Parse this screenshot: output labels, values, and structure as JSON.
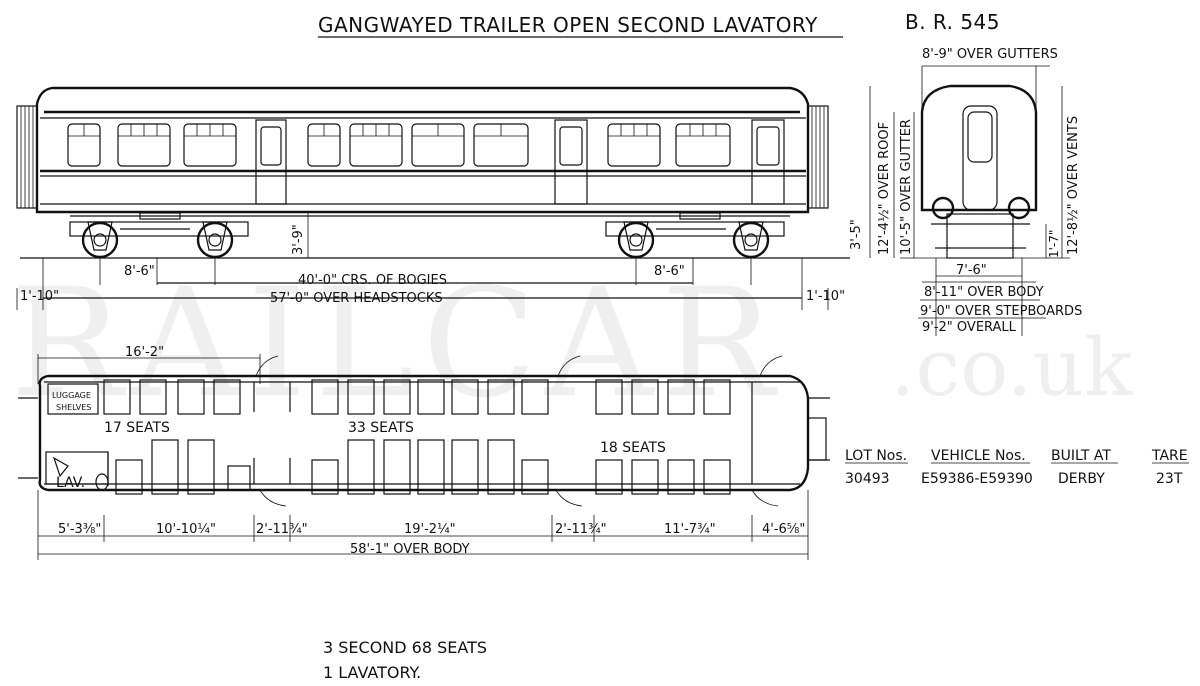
{
  "title": "GANGWAYED TRAILER OPEN SECOND LAVATORY",
  "diagram_ref": "B. R. 545",
  "watermark": "RAILCAR",
  "watermark_suffix": ".co.uk",
  "side_view": {
    "height_rail": "3'-9\"",
    "bogie_wheelbase_left": "8'-6\"",
    "bogie_wheelbase_right": "8'-6\"",
    "bogie_centres": "40'-0\" CRS. OF BOGIES",
    "over_headstocks": "57'-0\" OVER HEADSTOCKS",
    "buffer_left": "1'-10\"",
    "buffer_right": "1'-10\""
  },
  "end_view": {
    "over_gutters": "8'-9\" OVER GUTTERS",
    "over_roof": "12'-4½\" OVER ROOF",
    "over_gutter": "10'-5\" OVER GUTTER",
    "over_vents": "12'-8½\" OVER VENTS",
    "floor_height": "3'-5\"",
    "step_height": "1'-7\"",
    "bogie_width": "7'-6\"",
    "over_body": "8'-11\" OVER BODY",
    "over_stepboards": "9'-0\" OVER STEPBOARDS",
    "overall": "9'-2\" OVERALL"
  },
  "plan_view": {
    "luggage_line1": "LUGGAGE",
    "luggage_line2": "SHELVES",
    "lav_label": "LAV.",
    "seats_left": "17 SEATS",
    "seats_middle": "33 SEATS",
    "seats_right": "18 SEATS",
    "top_dim": "16'-2\"",
    "dims": [
      "5'-3⅜\"",
      "10'-10¼\"",
      "2'-11¾\"",
      "19'-2¼\"",
      "2'-11¾\"",
      "11'-7¾\"",
      "4'-6⅝\""
    ],
    "over_body": "58'-1\" OVER BODY"
  },
  "table": {
    "headers": [
      "LOT Nos.",
      "VEHICLE Nos.",
      "BUILT AT",
      "TARE"
    ],
    "row": [
      "30493",
      "E59386-E59390",
      "DERBY",
      "23T"
    ]
  },
  "notes": [
    "3 SECOND 68 SEATS",
    "1 LAVATORY."
  ]
}
